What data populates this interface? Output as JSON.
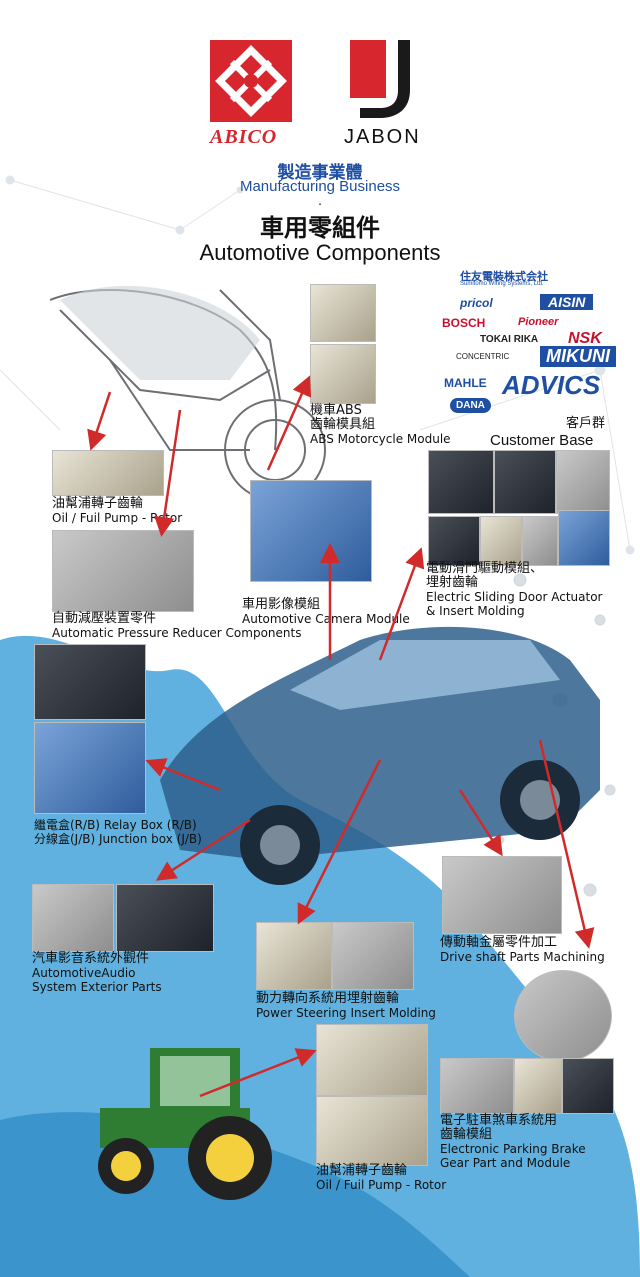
{
  "brands": {
    "abico": "ABICO",
    "jabon": "JABON"
  },
  "header": {
    "division_zh": "製造事業體",
    "division_en": "Manufacturing Business",
    "dot": ".",
    "title_zh": "車用零組件",
    "title_en": "Automotive Components"
  },
  "customers": {
    "logos": [
      "住友電裝株式会社",
      "Sumitomo Wiring Systems, Ltd.",
      "pricol",
      "AISIN",
      "BOSCH",
      "Pioneer",
      "TOKAI RIKA",
      "NSK",
      "CONCENTRIC",
      "MIKUNI",
      "MAHLE",
      "ADVICS",
      "DANA"
    ],
    "label_zh": "客戶群",
    "label_en": "Customer Base"
  },
  "parts": {
    "abs": {
      "zh1": "機車ABS",
      "zh2": "齒輪模具組",
      "en": "ABS Motorcycle Module"
    },
    "oil_pump_top": {
      "zh": "油幫浦轉子齒輪",
      "en": "Oil / Fuil Pump - Rotor"
    },
    "pressure": {
      "zh": "自動減壓裝置零件",
      "en": "Automatic Pressure Reducer Components"
    },
    "camera": {
      "zh": "車用影像模組",
      "en": "Automotive Camera Module"
    },
    "door": {
      "zh1": "電動滑門驅動模組、",
      "zh2": "埋射齒輪",
      "en1": "Electric Sliding Door Actuator",
      "en2": "& Insert Molding"
    },
    "relay": {
      "line1": "繼電盒(R/B) Relay Box (R/B)",
      "line2": "分線盒(J/B) Junction box (J/B)"
    },
    "audio": {
      "zh": "汽車影音系統外觀件",
      "en1": "AutomotiveAudio",
      "en2": "System Exterior Parts"
    },
    "steering": {
      "zh": "動力轉向系統用埋射齒輪",
      "en": "Power Steering Insert Molding"
    },
    "drive": {
      "zh": "傳動軸金屬零件加工",
      "en": "Drive shaft Parts Machining"
    },
    "parking": {
      "zh": "電子駐車煞車系統用",
      "zh2": "齒輪模組",
      "en1": "Electronic Parking Brake",
      "en2": "Gear Part and Module"
    },
    "oil_pump_bottom": {
      "zh": "油幫浦轉子齒輪",
      "en": "Oil / Fuil Pump - Rotor"
    }
  },
  "colors": {
    "accent_red": "#d7262e",
    "title_blue": "#1f4fa3",
    "map_blue": "#4fa9dc",
    "arrow": "#d12a2a"
  }
}
